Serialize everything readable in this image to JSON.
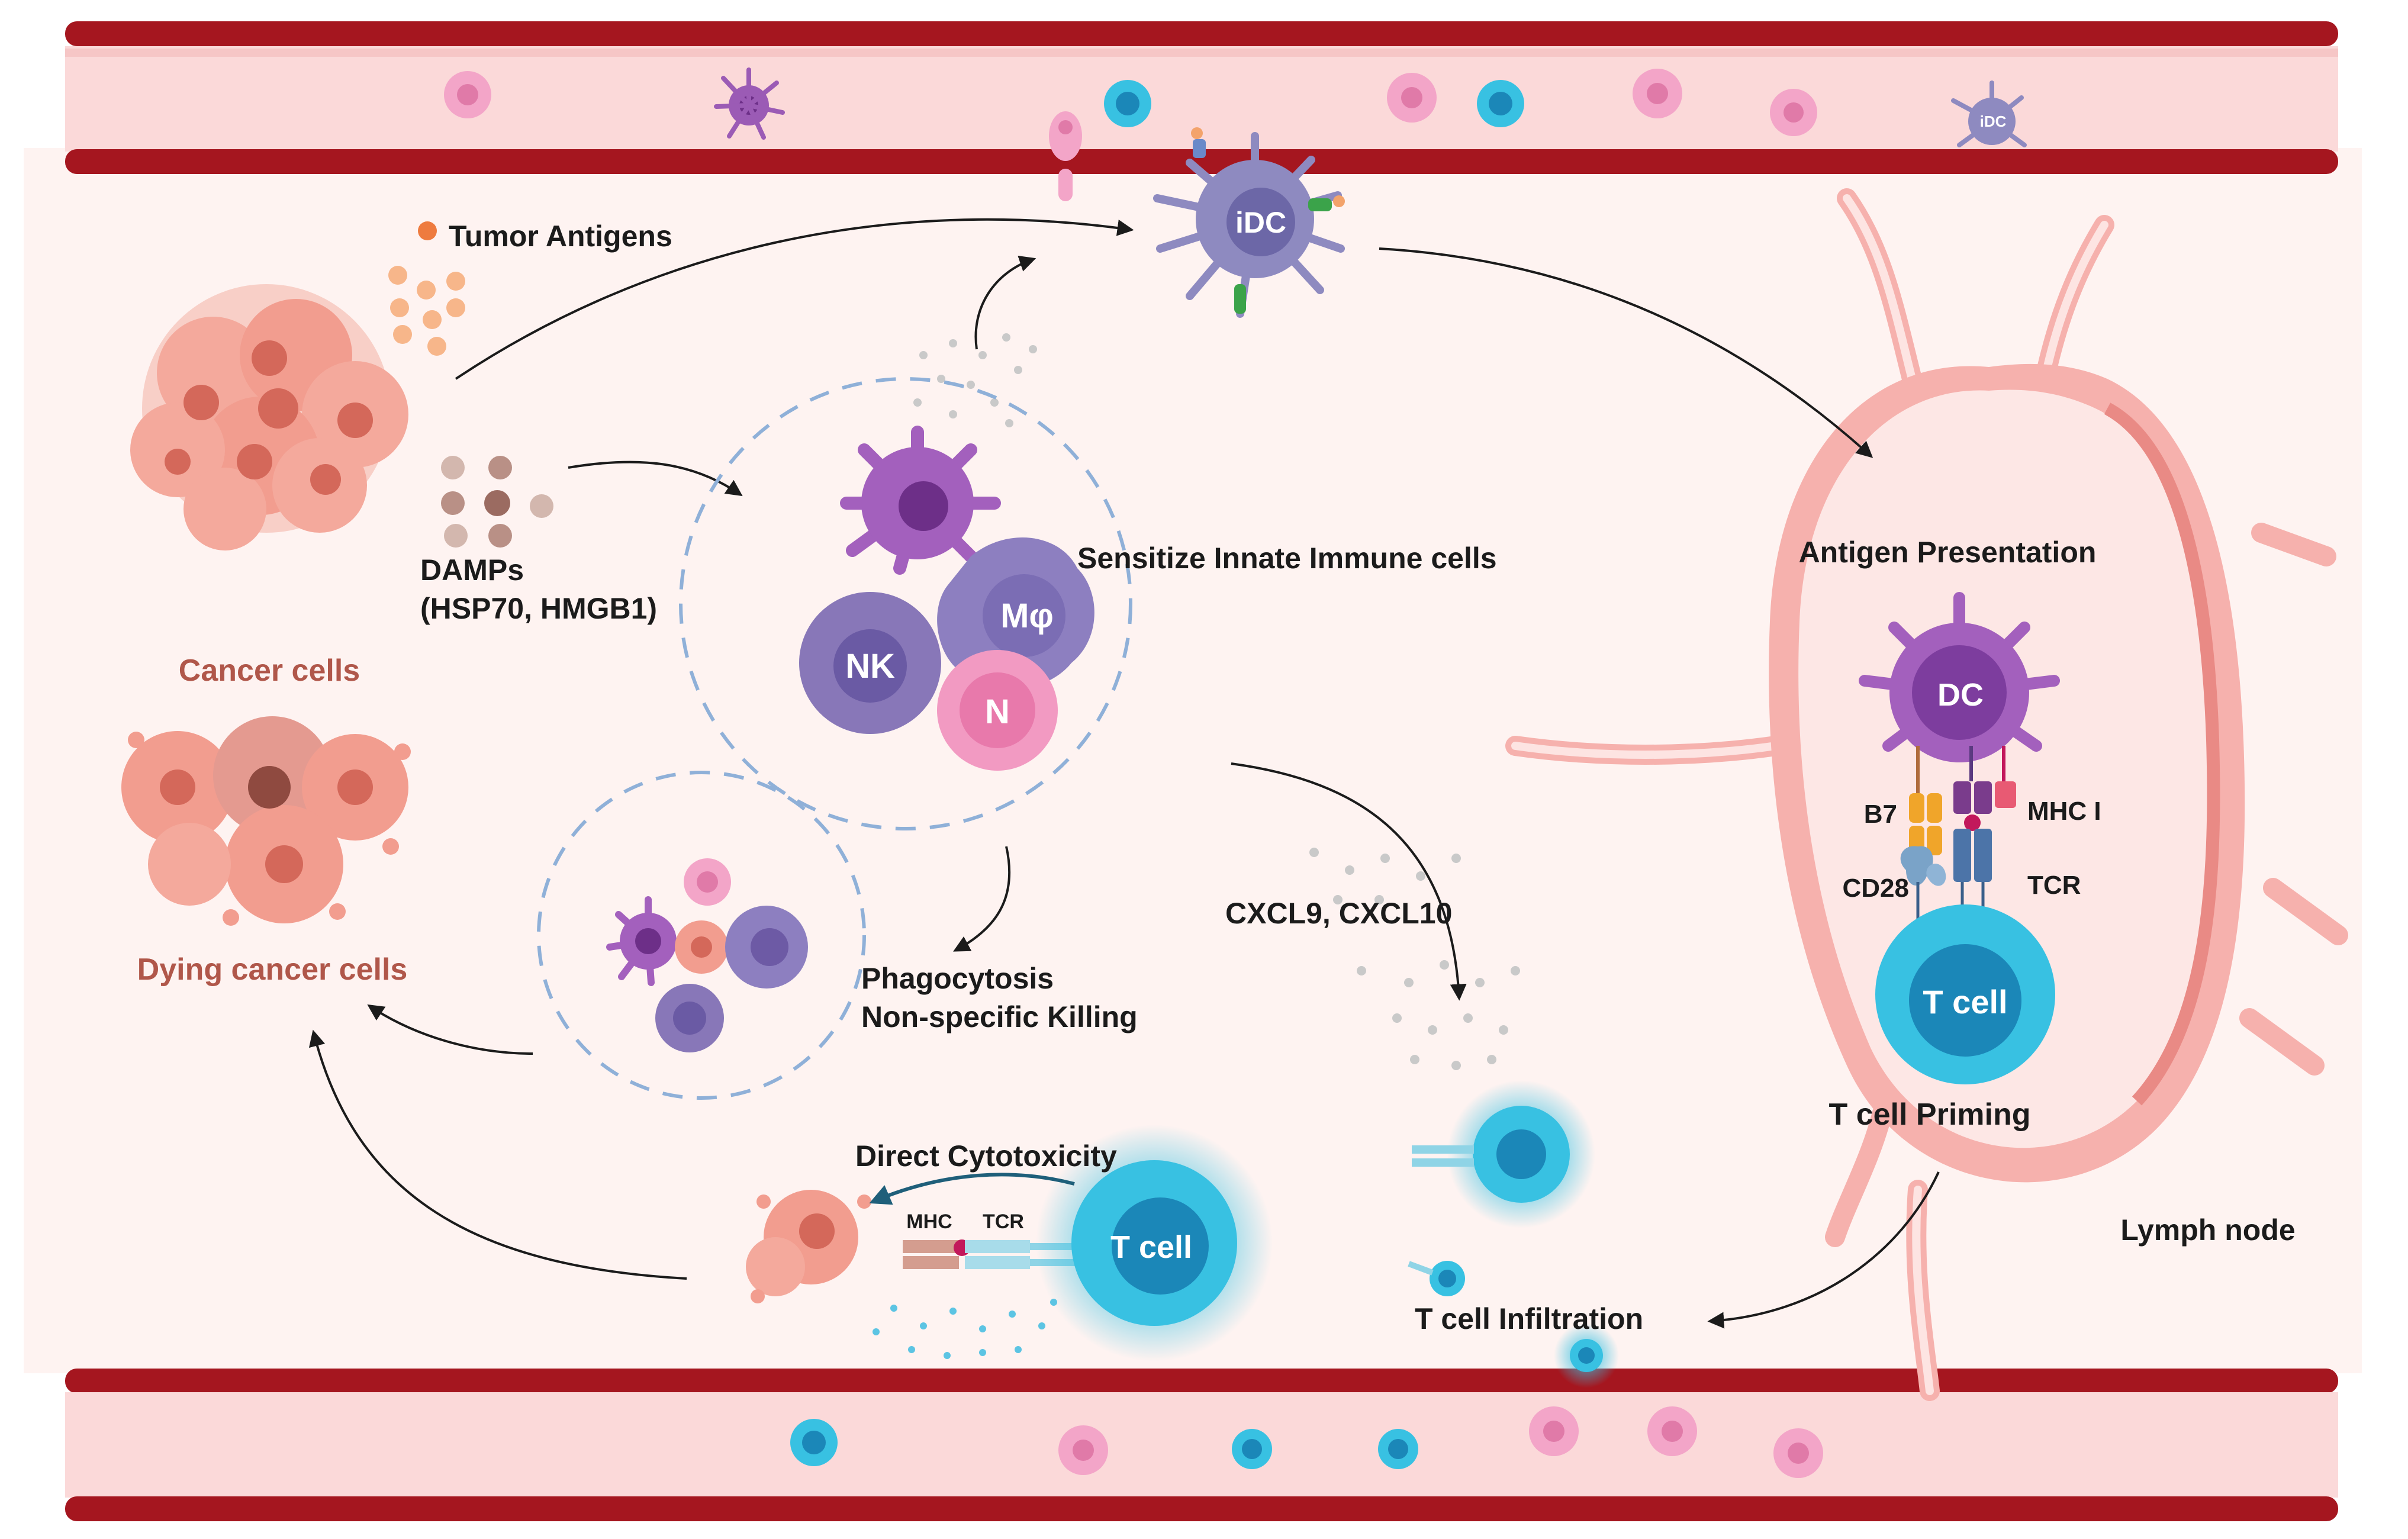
{
  "labels": {
    "tumor_antigens": "Tumor Antigens",
    "idc": "iDC",
    "damps_line1": "DAMPs",
    "damps_line2": "(HSP70, HMGB1)",
    "cancer_cells": "Cancer cells",
    "sensitize": "Sensitize Innate Immune cells",
    "nk": "NK",
    "macrophage": "Mφ",
    "neutrophil": "N",
    "dying_cancer_cells": "Dying cancer cells",
    "phagocytosis": "Phagocytosis",
    "non_specific_killing": "Non-specific Killing",
    "chemokines": "CXCL9, CXCL10",
    "direct_cytotoxicity": "Direct Cytotoxicity",
    "mhc": "MHC",
    "tcr_small": "TCR",
    "t_cell_effector": "T cell",
    "t_cell_infiltration": "T cell Infiltration",
    "antigen_presentation": "Antigen Presentation",
    "dc": "DC",
    "b7": "B7",
    "mhc_i": "MHC I",
    "cd28": "CD28",
    "tcr": "TCR",
    "t_cell_priming_cell": "T cell",
    "t_cell_priming": "T cell Priming",
    "lymph_node": "Lymph node",
    "idc_small": "iDC"
  },
  "colors": {
    "vessel_wall": "#a5161f",
    "vessel_lumen": "#fbd9d9",
    "tissue": "#fef3f1",
    "cancer": "#ef8a7b",
    "dc_purple": "#9b5bb5",
    "idc_lavender": "#8e8ac0",
    "t_cell": "#38c1e2",
    "neutrophil": "#f090b8",
    "nk": "#8877b8",
    "lymph_node": "#f6b1ad"
  }
}
